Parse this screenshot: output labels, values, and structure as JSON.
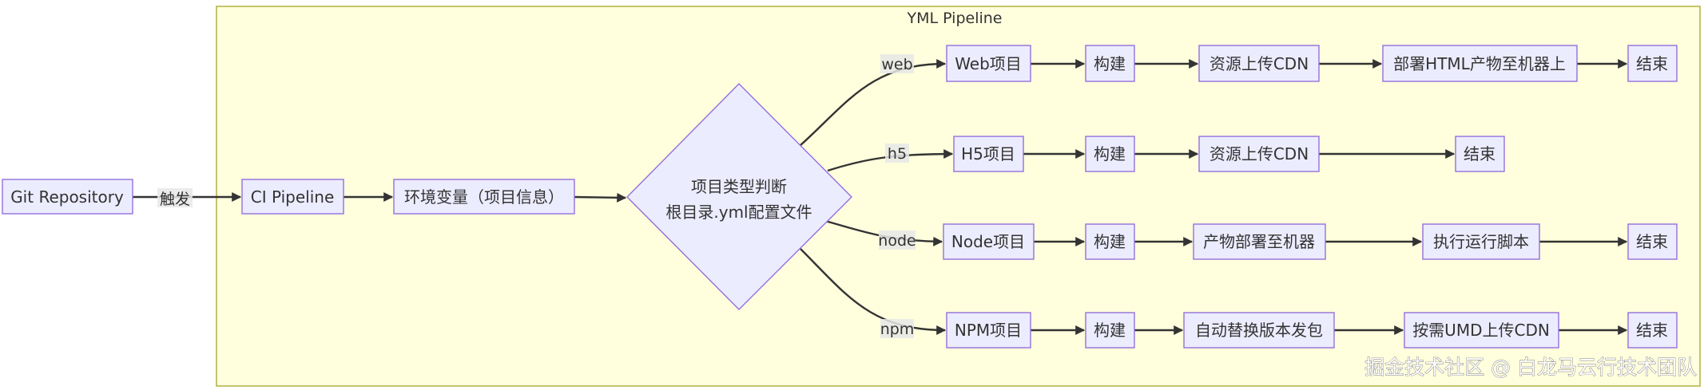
{
  "cluster": {
    "title": "YML Pipeline"
  },
  "nodes": {
    "git": "Git Repository",
    "ci": "CI Pipeline",
    "env": "环境变量（项目信息）",
    "decision_line1": "项目类型判断",
    "decision_line2": "根目录.yml配置文件",
    "web_project": "Web项目",
    "web_build": "构建",
    "web_upload": "资源上传CDN",
    "web_deploy": "部署HTML产物至机器上",
    "web_end": "结束",
    "h5_project": "H5项目",
    "h5_build": "构建",
    "h5_upload": "资源上传CDN",
    "h5_end": "结束",
    "node_project": "Node项目",
    "node_build": "构建",
    "node_deploy": "产物部署至机器",
    "node_run": "执行运行脚本",
    "node_end": "结束",
    "npm_project": "NPM项目",
    "npm_build": "构建",
    "npm_publish": "自动替换版本发包",
    "npm_upload": "按需UMD上传CDN",
    "npm_end": "结束"
  },
  "edge_labels": {
    "trigger": "触发",
    "web": "web",
    "h5": "h5",
    "node": "node",
    "npm": "npm"
  },
  "watermark": "掘金技术社区 @ 白龙马云行技术团队",
  "colors": {
    "node_fill": "#ececff",
    "node_stroke": "#9370db",
    "cluster_fill": "#ffffde",
    "cluster_stroke": "#aaaa33",
    "edge": "#333333"
  }
}
